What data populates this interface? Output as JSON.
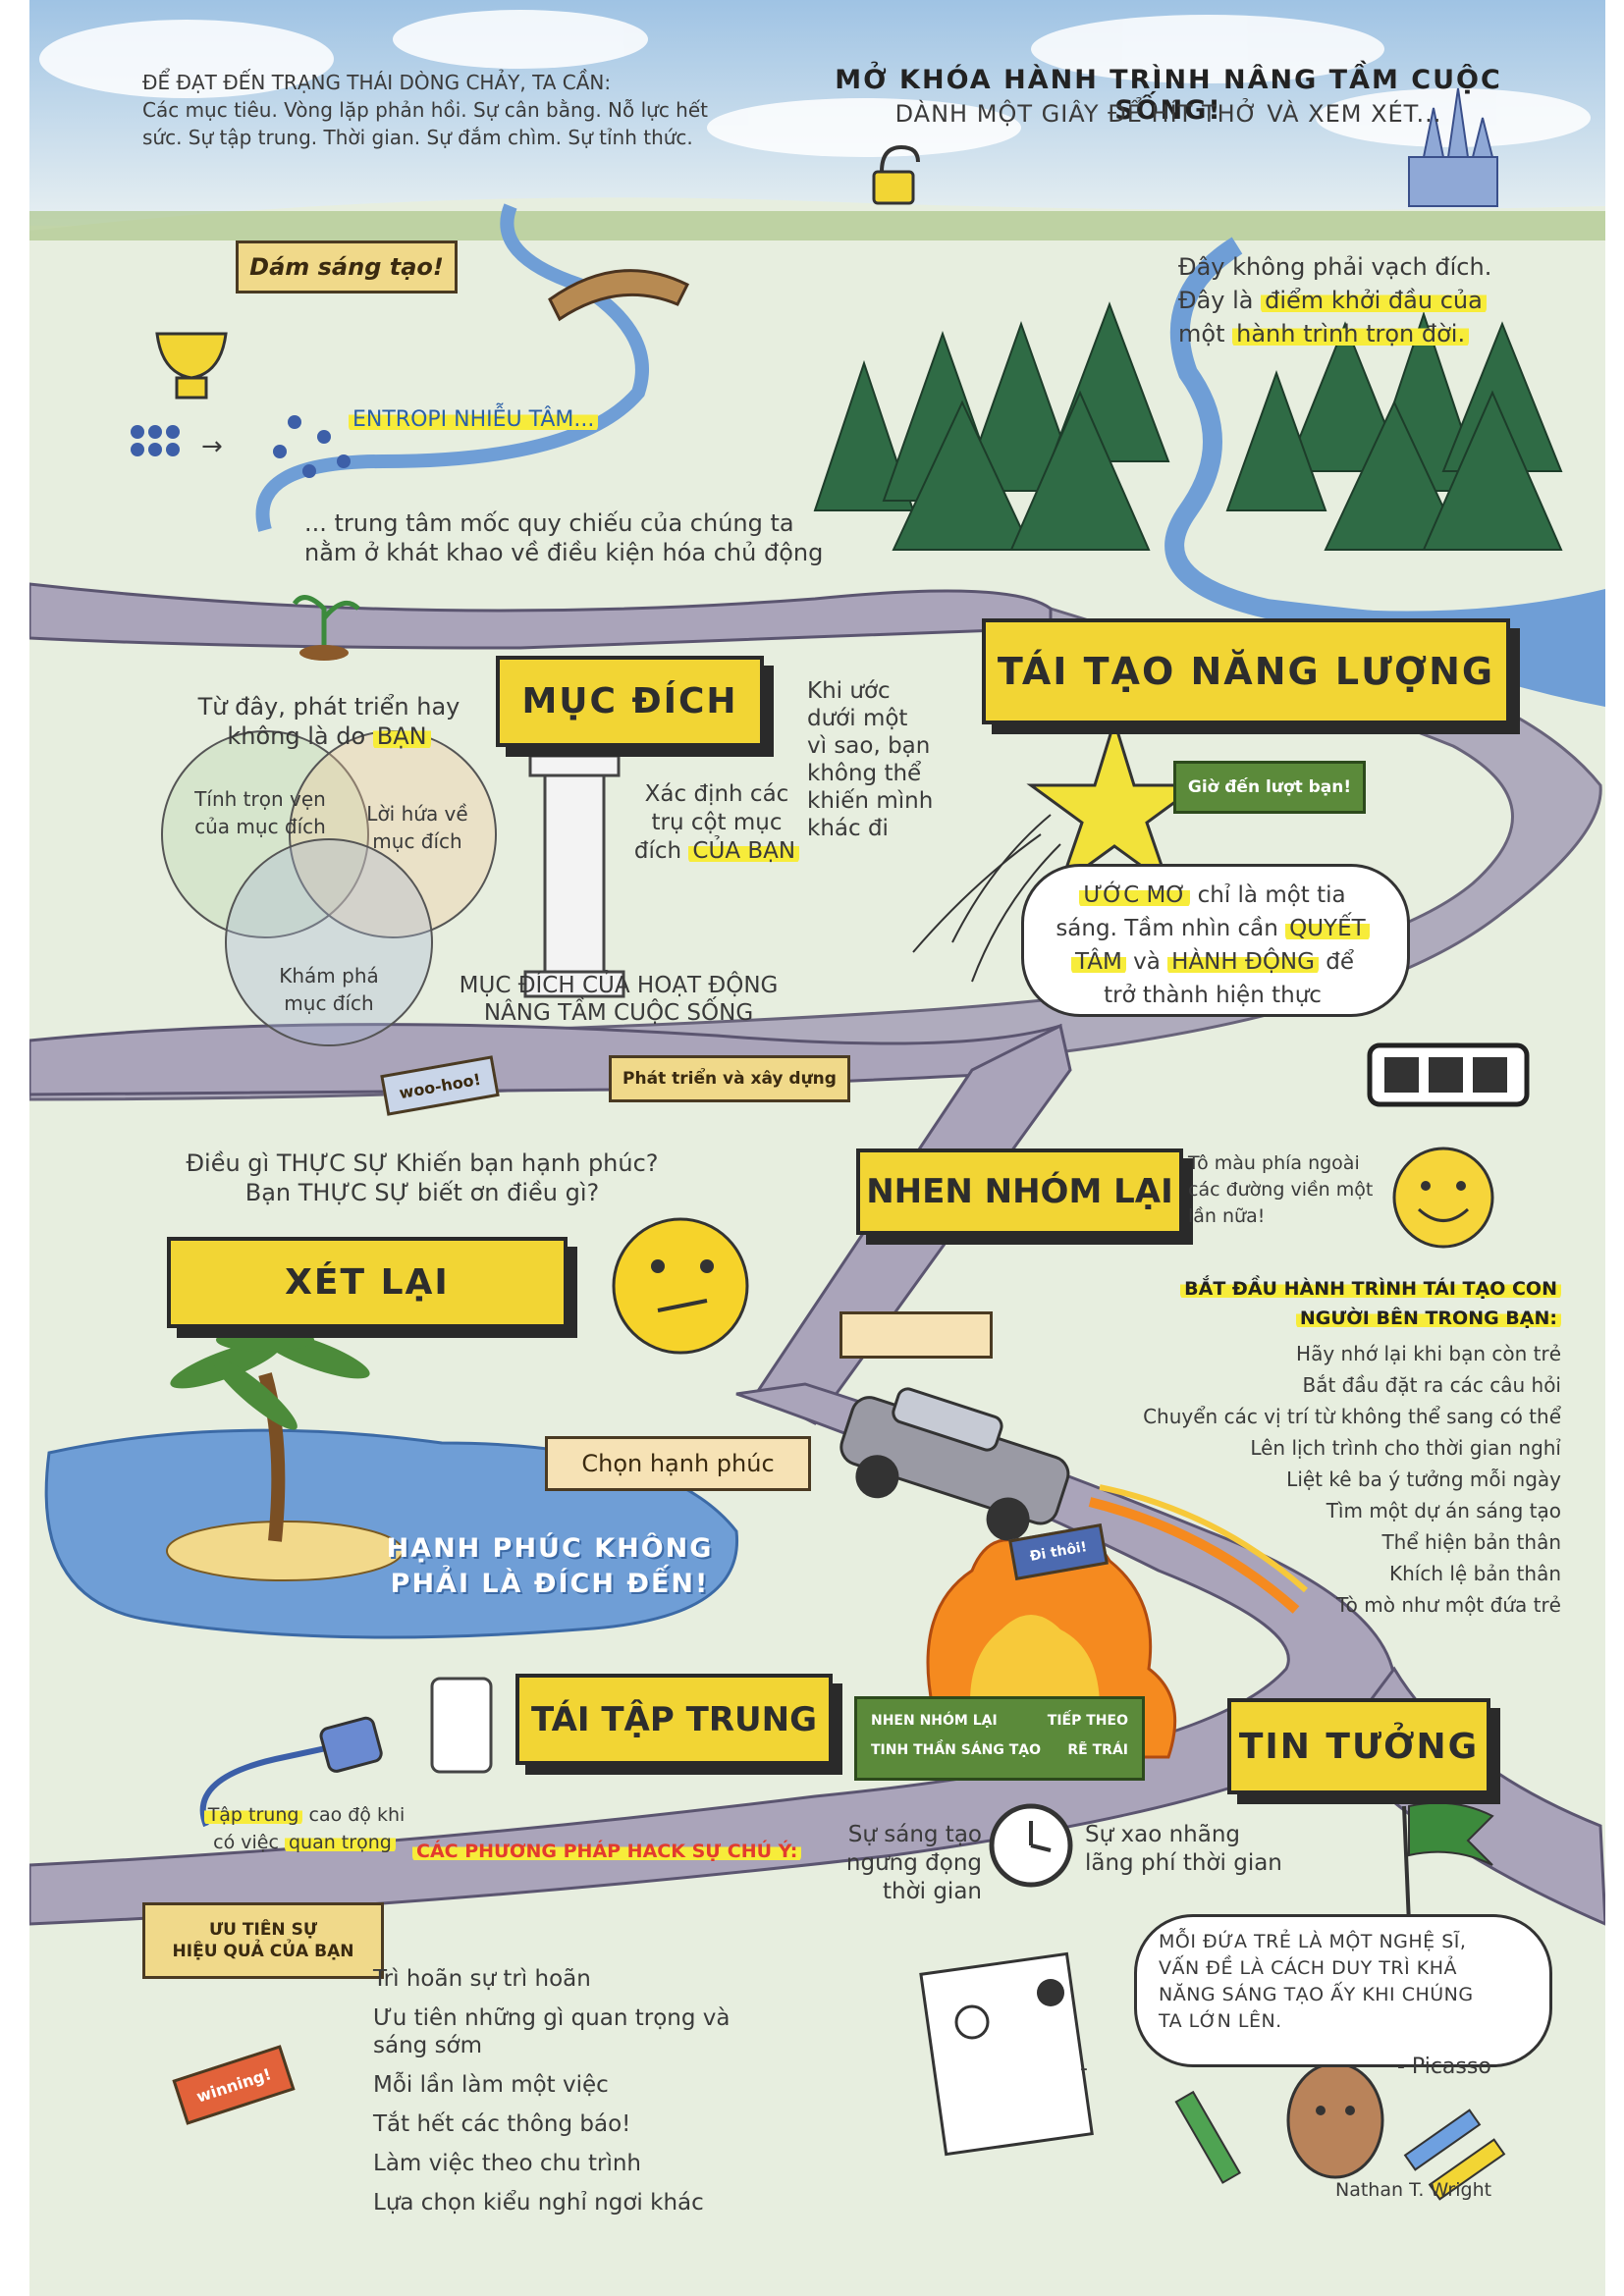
{
  "flow": {
    "title": "ĐỂ ĐẠT ĐẾN TRẠNG THÁI DÒNG CHẢY, TA CẦN:",
    "body": "Các mục tiêu. Vòng lặp phản hồi. Sự cân bằng. Nỗ lực hết sức. Sự tập trung. Thời gian. Sự đắm chìm. Sự tỉnh thức."
  },
  "header": {
    "title": "MỞ KHÓA HÀNH TRÌNH NÂNG TẦM CUỘC SỐNG!",
    "subtitle": "DÀNH MỘT GIÂY ĐỂ HÍT THỞ VÀ XEM XÉT..."
  },
  "signs": {
    "dare": "Dám sáng tạo!",
    "your_turn": "Giờ đến lượt bạn!",
    "grow_build": "Phát triển và xây dựng",
    "woo_hoo": "woo-hoo!",
    "choose_happiness": "Chọn hạnh phúc",
    "go_sign": "Đi thôi!",
    "winning": "winning!",
    "priority_line1": "ƯU TIÊN SỰ",
    "priority_line2": "HIỆU QUẢ CỦA BẠN",
    "green_sign": {
      "row1_left": "NHEN NHÓM LẠI",
      "row1_right": "TIẾP THEO",
      "row2_left": "TINH THẦN SÁNG TẠO",
      "row2_right": "RẼ TRÁI"
    }
  },
  "start_note": {
    "line1": "Đây không phải vạch đích.",
    "line2_pre": "Đây là ",
    "line2_hl": "điểm khởi đầu của",
    "line3_pre": "một ",
    "line3_hl": "hành trình trọn đời."
  },
  "entropy": "ENTROPI NHIỄU TÂM...",
  "locus": {
    "line1": "... trung tâm mốc quy chiếu của chúng ta",
    "line2": "nằm ở khát khao về điều kiện hóa chủ động"
  },
  "sections": {
    "purpose": "MỤC ĐÍCH",
    "renew": "TÁI TẠO NĂNG LƯỢNG",
    "rekindle": "NHEN NHÓM LẠI",
    "review": "XÉT LẠI",
    "refocus": "TÁI TẬP TRUNG",
    "trust": "TIN TƯỞNG"
  },
  "grow": {
    "line1": "Từ đây, phát triển hay",
    "line2_pre": "không là do ",
    "line2_hl": "BẠN"
  },
  "venn": {
    "left": "Tính trọn vẹn của mục đích",
    "right": "Lời hứa về mục đích",
    "bottom": "Khám phá mục đích"
  },
  "pillars": {
    "line1": "Xác định các",
    "line2": "trụ cột mục",
    "line3_pre": "đích ",
    "line3_hl": "CỦA BẠN"
  },
  "purpose_caption": {
    "line1": "MỤC ĐÍCH CỦA HOẠT ĐỘNG",
    "line2": "NÂNG TẦM CUỘC SỐNG"
  },
  "wish": [
    "Khi ước",
    "dưới một",
    "vì sao, bạn",
    "không thể",
    "khiến mình",
    "khác đi"
  ],
  "dream_bubble": {
    "hl1": "ƯỚC MƠ",
    "t1": " chỉ là một tia",
    "t2": "sáng. Tầm nhìn cần ",
    "hl2": "QUYẾT",
    "hl3": "TÂM",
    "t3": " và ",
    "hl4": "HÀNH ĐỘNG",
    "t4": " để",
    "t5": "trở thành hiện thực"
  },
  "happy_q": {
    "line1": "Điều gì THỰC SỰ Khiến bạn hạnh phúc?",
    "line2": "Bạn THỰC SỰ biết ơn điều gì?"
  },
  "color_outside": [
    "Tô màu phía ngoài",
    "các đường viền một",
    "lần nữa!"
  ],
  "journey": {
    "title1": "BẮT ĐẦU HÀNH TRÌNH TÁI TẠO CON",
    "title2": "NGƯỜI BÊN TRONG BẠN:",
    "items": [
      "Hãy nhớ lại khi bạn còn trẻ",
      "Bắt đầu đặt ra các câu hỏi",
      "Chuyển các vị trí từ không thể sang có thể",
      "Lên lịch trình cho thời gian nghỉ",
      "Liệt kê ba ý tưởng mỗi ngày",
      "Tìm một dự án sáng tạo",
      "Thể hiện bản thân",
      "Khích lệ bản thân",
      "Tò mò như một đứa trẻ"
    ]
  },
  "island_text": {
    "line1": "HẠNH PHÚC KHÔNG",
    "line2": "PHẢI LÀ ĐÍCH ĐẾN!"
  },
  "focus_note": {
    "hl1": "Tập trung",
    "t1": " cao độ khi",
    "t2": "có việc ",
    "hl2": "quan trọng"
  },
  "hack": "CÁC PHƯƠNG PHÁP HACK SỰ CHÚ Ý:",
  "creativity": [
    "Sự sáng tạo",
    "ngưng đọng",
    "thời gian"
  ],
  "distraction": [
    "Sự xao nhãng",
    "lãng phí thời gian"
  ],
  "priorities": [
    "Trì hoãn sự trì hoãn",
    "Ưu tiên những gì quan trọng và",
    "sáng sớm",
    "Mỗi lần làm một việc",
    "Tắt hết các thông báo!",
    "Làm việc theo chu trình",
    "Lựa chọn kiểu nghỉ ngơi khác"
  ],
  "quote": {
    "line1": "MỖI ĐỨA TRẺ LÀ MỘT NGHỆ SĨ,",
    "line2": "VẤN ĐỀ LÀ CÁCH DUY TRÌ KHẢ",
    "line3": "NĂNG SÁNG TẠO ẤY KHI CHÚNG",
    "line4": "TA LỚN LÊN.",
    "dash": "-",
    "author": "- Picasso"
  },
  "credit": "Nathan T. Wright",
  "colors": {
    "yellow": "#f2d534",
    "highlight": "#f7ec3a",
    "road": "#a9a3b8",
    "tree": "#2f6b45",
    "water": "#6f9ed6",
    "sky": "#b9d3ea",
    "red_text": "#e23b2e"
  }
}
